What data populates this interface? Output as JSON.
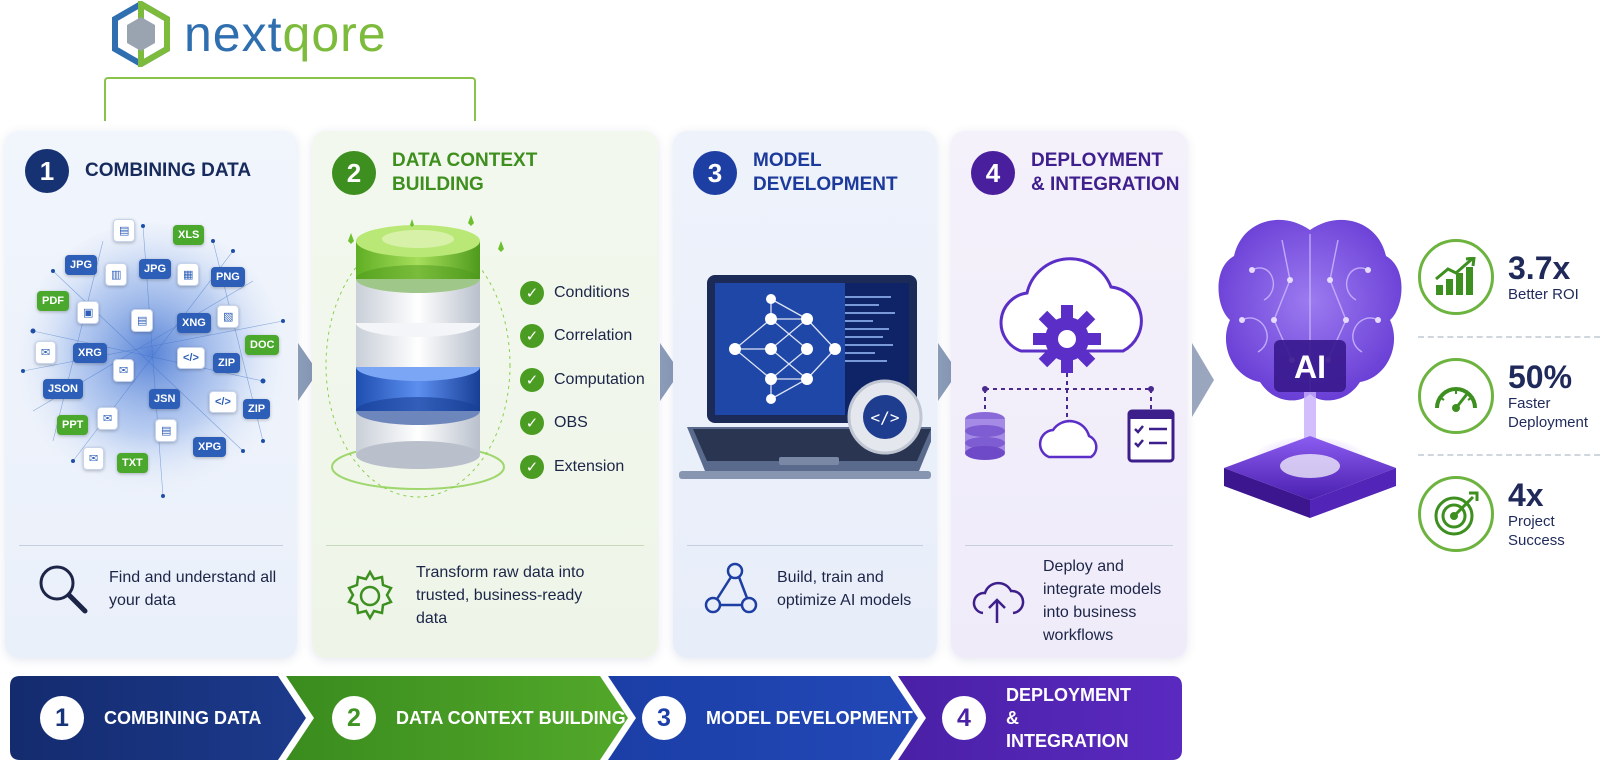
{
  "logo": {
    "text_a": "next",
    "text_b": "qore"
  },
  "steps": [
    {
      "num": "1",
      "title": "COMBINING DATA",
      "desc": "Find and understand all your data",
      "color": "#173273"
    },
    {
      "num": "2",
      "title": "DATA CONTEXT BUILDING",
      "desc": "Transform raw data into trusted, business-ready data",
      "color": "#3d8f1f"
    },
    {
      "num": "3",
      "title": "MODEL DEVELOPMENT",
      "desc": "Build, train and optimize AI models",
      "color": "#1d3ea3"
    },
    {
      "num": "4",
      "title": "DEPLOYMENT & INTEGRATION",
      "desc": "Deploy and integrate models into business workflows",
      "color": "#4a1f9e"
    }
  ],
  "file_types": [
    "XLS",
    "JPG",
    "JPG",
    "PNG",
    "PDF",
    "XNG",
    "DOC",
    "XRG",
    "ZIP",
    "JSON",
    "JSN",
    "ZIP",
    "PPT",
    "XPG",
    "TXT"
  ],
  "context_checks": [
    "Conditions",
    "Correlation",
    "Computation",
    "OBS",
    "Extension"
  ],
  "brain_label": "AI",
  "stats": [
    {
      "value": "3.7x",
      "label": "Better ROI",
      "icon": "growth-chart-icon"
    },
    {
      "value": "50%",
      "label": "Faster Deployment",
      "icon": "speedometer-icon"
    },
    {
      "value": "4x",
      "label": "Project Success",
      "icon": "target-icon"
    }
  ],
  "ribbon": [
    {
      "num": "1",
      "label": "COMBINING DATA",
      "color": "#17337a"
    },
    {
      "num": "2",
      "label": "DATA CONTEXT BUILDING",
      "color": "#3f9423"
    },
    {
      "num": "3",
      "label": "MODEL DEVELOPMENT",
      "color": "#1c3fa8"
    },
    {
      "num": "4",
      "label": "DEPLOYMENT & INTEGRATION",
      "color": "#4b22a6"
    }
  ]
}
